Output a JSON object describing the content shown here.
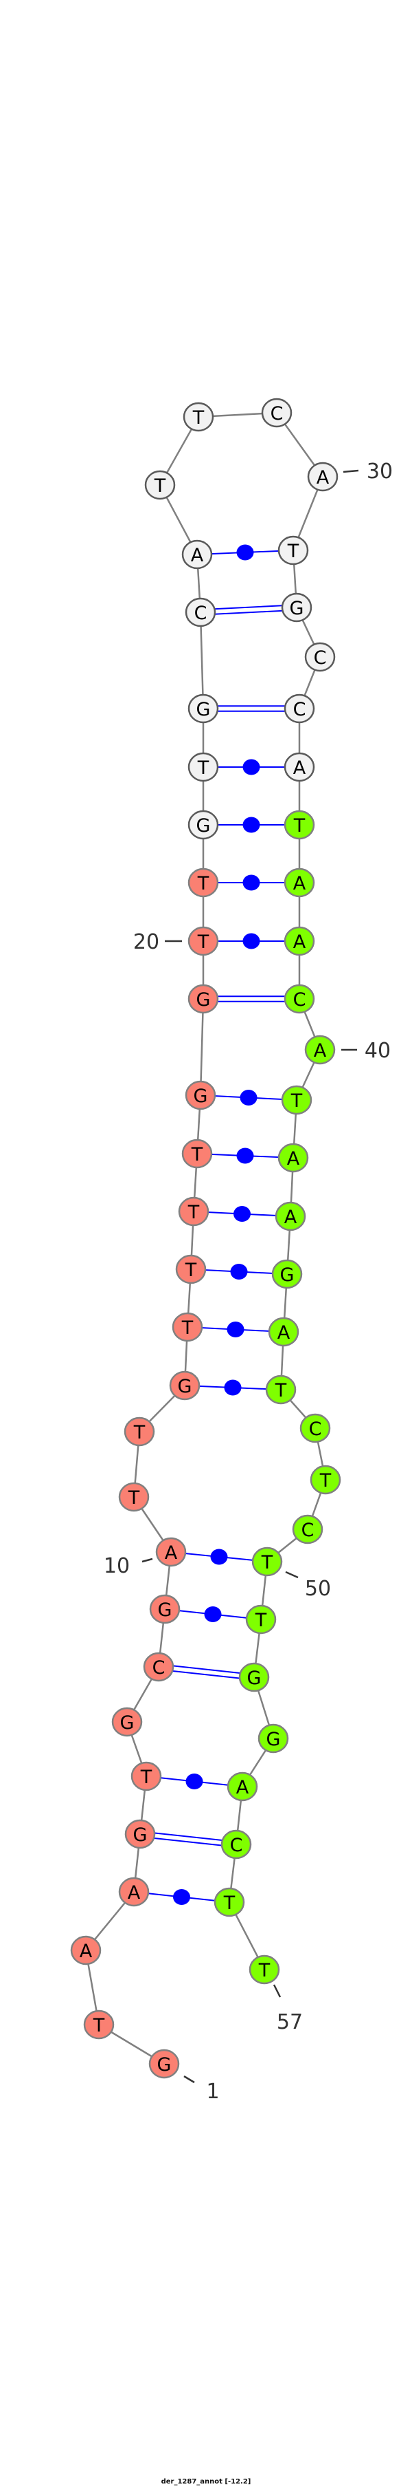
{
  "title": "der_1287_annot [-12.2]",
  "sequence": {
    "bases": [
      "G",
      "T",
      "A",
      "A",
      "G",
      "T",
      "G",
      "C",
      "G",
      "A",
      "T",
      "T",
      "G",
      "T",
      "T",
      "T",
      "T",
      "G",
      "G",
      "T",
      "T",
      "G",
      "T",
      "G",
      "C",
      "A",
      "T",
      "T",
      "C",
      "A",
      "T",
      "G",
      "C",
      "C",
      "A",
      "T",
      "A",
      "A",
      "C",
      "A",
      "T",
      "A",
      "A",
      "G",
      "A",
      "T",
      "C",
      "T",
      "C",
      "T",
      "T",
      "G",
      "G",
      "A",
      "C",
      "T",
      "T"
    ],
    "region_colors": [
      {
        "from": 1,
        "to": 21,
        "fill": "#fa8072",
        "stroke": "#808080"
      },
      {
        "from": 22,
        "to": 35,
        "fill": "#f2f2f2",
        "stroke": "#5a5a5a"
      },
      {
        "from": 36,
        "to": 57,
        "fill": "#7fff00",
        "stroke": "#808080"
      }
    ]
  },
  "pairs": [
    {
      "i": 4,
      "j": 56,
      "type": "dot"
    },
    {
      "i": 5,
      "j": 55,
      "type": "double"
    },
    {
      "i": 6,
      "j": 54,
      "type": "dot"
    },
    {
      "i": 8,
      "j": 52,
      "type": "double"
    },
    {
      "i": 9,
      "j": 51,
      "type": "dot"
    },
    {
      "i": 10,
      "j": 50,
      "type": "dot"
    },
    {
      "i": 13,
      "j": 46,
      "type": "dot"
    },
    {
      "i": 14,
      "j": 45,
      "type": "dot"
    },
    {
      "i": 15,
      "j": 44,
      "type": "dot"
    },
    {
      "i": 16,
      "j": 43,
      "type": "dot"
    },
    {
      "i": 17,
      "j": 42,
      "type": "dot"
    },
    {
      "i": 18,
      "j": 41,
      "type": "dot"
    },
    {
      "i": 19,
      "j": 39,
      "type": "double"
    },
    {
      "i": 20,
      "j": 38,
      "type": "dot"
    },
    {
      "i": 21,
      "j": 37,
      "type": "dot"
    },
    {
      "i": 22,
      "j": 36,
      "type": "dot"
    },
    {
      "i": 23,
      "j": 35,
      "type": "dot"
    },
    {
      "i": 24,
      "j": 34,
      "type": "double"
    },
    {
      "i": 25,
      "j": 32,
      "type": "double"
    },
    {
      "i": 26,
      "j": 31,
      "type": "dot"
    }
  ],
  "position_labels": [
    {
      "index": 1,
      "text": "1"
    },
    {
      "index": 10,
      "text": "10"
    },
    {
      "index": 20,
      "text": "20"
    },
    {
      "index": 30,
      "text": "30"
    },
    {
      "index": 40,
      "text": "40"
    },
    {
      "index": 50,
      "text": "50"
    },
    {
      "index": 57,
      "text": "57"
    }
  ],
  "colors": {
    "backbone": "#808080",
    "pair": "#0000ff",
    "label": "#333333"
  }
}
